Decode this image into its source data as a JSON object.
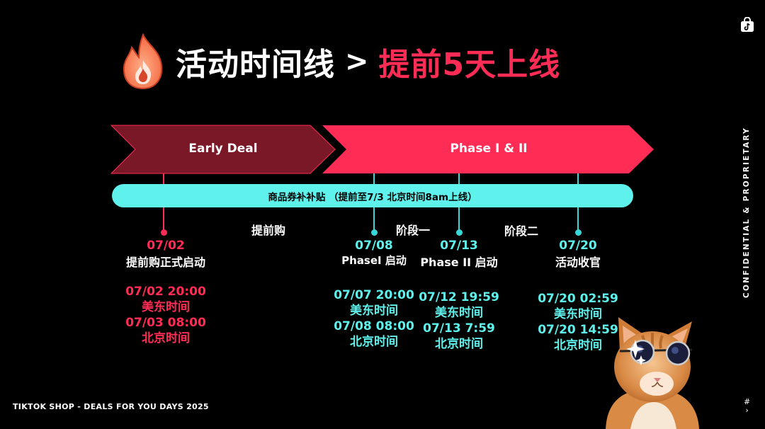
{
  "title": {
    "main": "活动时间线",
    "separator": ">",
    "highlight": "提前5天上线"
  },
  "arrows": {
    "early": "Early Deal",
    "phase": "Phase I & II"
  },
  "bar_text": "商品券补补贴 （提前至7/3 北京时间8am上线）",
  "phase_labels": {
    "pre": "提前购",
    "one": "阶段一",
    "two": "阶段二"
  },
  "milestones": [
    {
      "date": "07/02",
      "event": "提前购正式启动",
      "times": [
        "07/02 20:00",
        "美东时间",
        "07/03 08:00",
        "北京时间"
      ]
    },
    {
      "date": "07/08",
      "event": "PhaseI 启动",
      "times": [
        "07/07 20:00",
        "美东时间",
        "07/08 08:00",
        "北京时间"
      ]
    },
    {
      "date": "07/13",
      "event": "Phase II 启动",
      "times": [
        "07/12 19:59",
        "美东时间",
        "07/13 7:59",
        "北京时间"
      ]
    },
    {
      "date": "07/20",
      "event": "活动收官",
      "times": [
        "07/20 02:59",
        "美东时间",
        "07/20 14:59",
        "北京时间"
      ]
    }
  ],
  "footer": "TIKTOK SHOP - DEALS FOR YOU DAYS 2025",
  "side_text": "CONFIDENTIAL & PROPRIETARY",
  "page_number": "#",
  "colors": {
    "red": "#ff2d55",
    "dark_red": "#7a1828",
    "teal": "#5ff1ec",
    "background": "#000000"
  },
  "icons": [
    "fire-icon",
    "tiktok-shop-bag-icon",
    "cat-with-sunglasses-image"
  ]
}
